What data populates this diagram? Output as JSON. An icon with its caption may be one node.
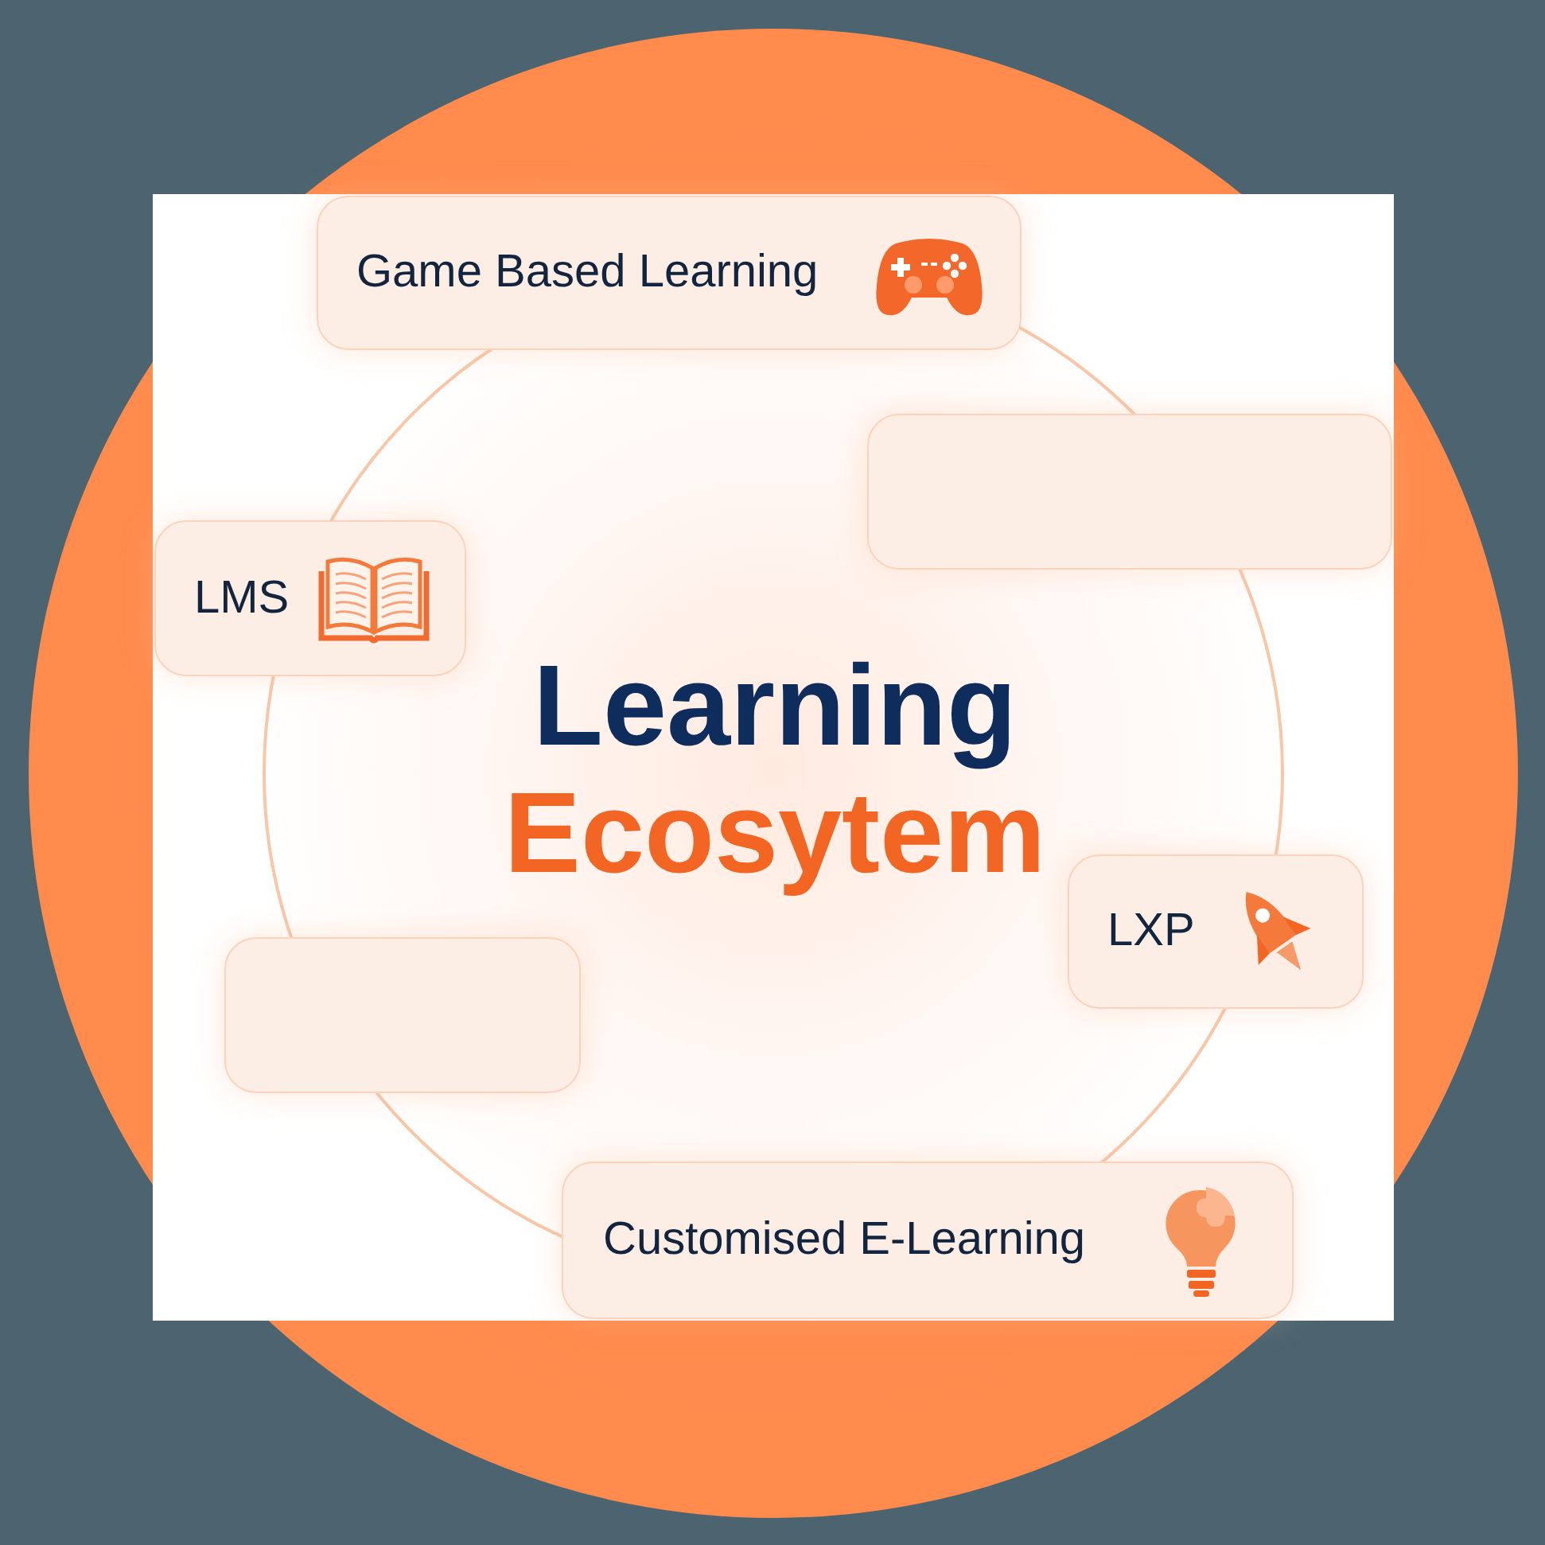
{
  "diagram": {
    "title": "Learning Ecosytem",
    "nodes": [
      {
        "text": [
          "Game Based Learning"
        ]
      },
      {
        "text": [],
        "shape": "box"
      },
      {
        "text": [
          "LMS"
        ]
      },
      {
        "text": [
          "LXP"
        ]
      },
      {
        "text": [],
        "shape": "box"
      },
      {
        "text": [
          "Customised E-Learning"
        ]
      }
    ]
  }
}
